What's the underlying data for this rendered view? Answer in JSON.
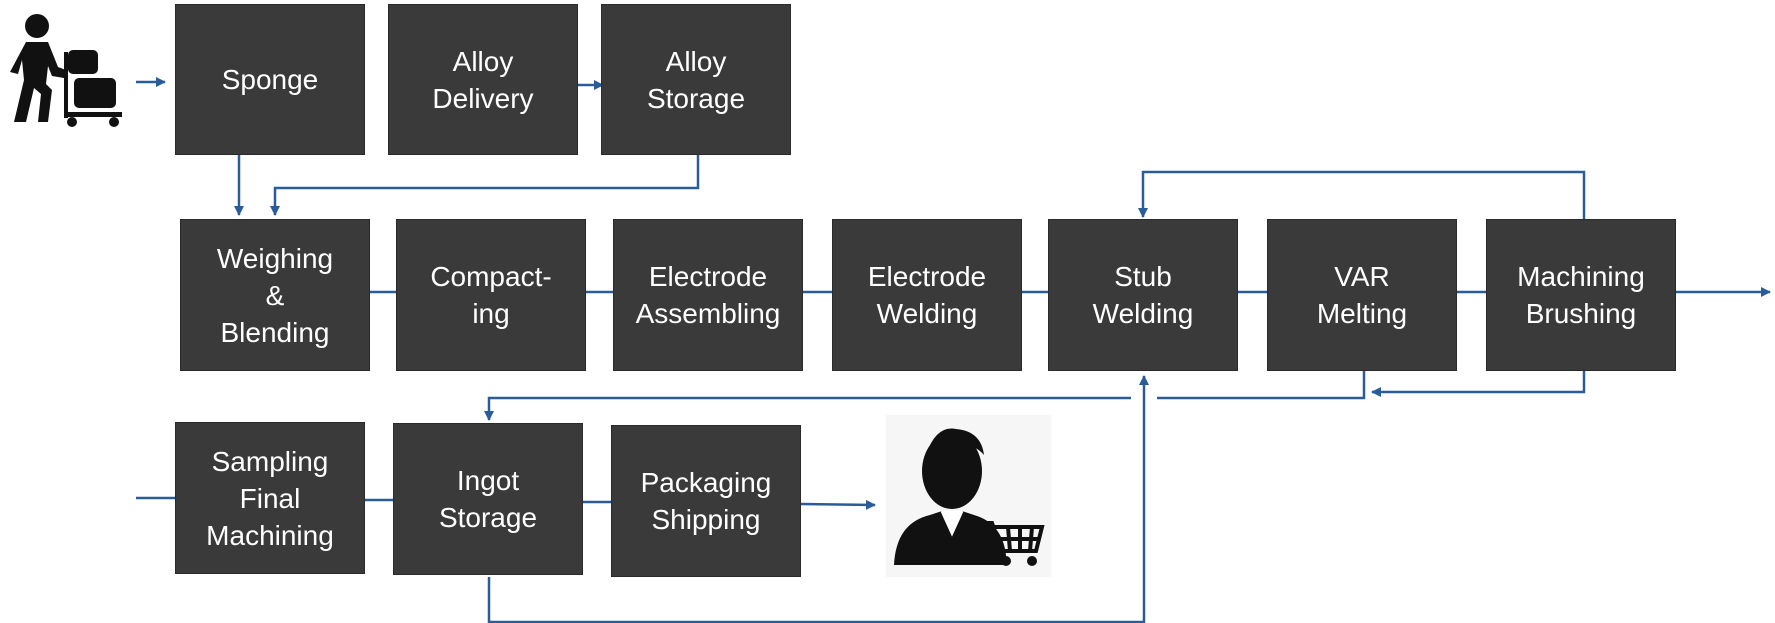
{
  "diagram": {
    "line_color": "#2b5c9a",
    "box_color": "#3a3a3a",
    "text_color": "#ffffff",
    "steps": {
      "sponge": "Sponge",
      "alloy_delivery": "Alloy\nDelivery",
      "alloy_storage": "Alloy\nStorage",
      "weighing_blending": "Weighing\n&\nBlending",
      "compacting": "Compact-\ning",
      "electrode_assembling": "Electrode\nAssembling",
      "electrode_welding": "Electrode\nWelding",
      "stub_welding": "Stub\nWelding",
      "var_melting": "VAR\nMelting",
      "machining_brushing": "Machining\nBrushing",
      "sampling_final_machining": "Sampling\nFinal\nMachining",
      "ingot_storage": "Ingot\nStorage",
      "packaging_shipping": "Packaging\nShipping"
    },
    "icons": {
      "start": "worker-with-luggage-cart-icon",
      "end": "customer-with-shopping-cart-icon"
    }
  }
}
